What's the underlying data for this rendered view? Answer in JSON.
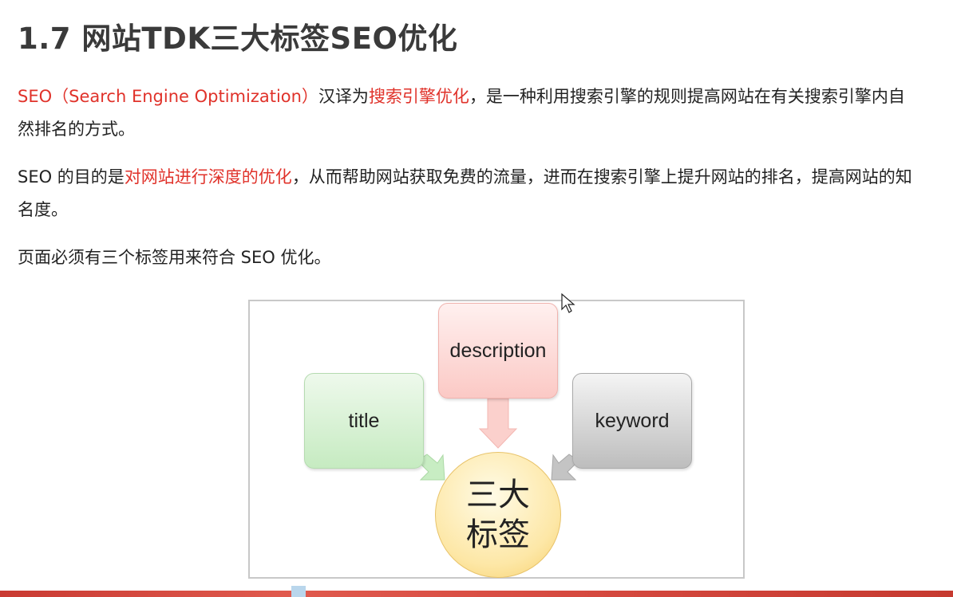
{
  "slide": {
    "title": "1.7 网站TDK三大标签SEO优化"
  },
  "paragraphs": {
    "p1": {
      "red_prefix": "SEO（Search Engine Optimization）",
      "text1": "汉译为",
      "red_term": "搜索引擎优化",
      "text2": "，是一种利用搜索引擎的规则提高网站在有关搜索引擎内自然排名的方式。"
    },
    "p2": {
      "text1": "SEO 的目的是",
      "red_term": "对网站进行深度的优化",
      "text2": "，从而帮助网站获取免费的流量，进而在搜索引擎上提升网站的排名，提高网站的知名度。"
    },
    "p3": {
      "text": "页面必须有三个标签用来符合 SEO 优化。"
    }
  },
  "diagram": {
    "boxes": {
      "description": "description",
      "title": "title",
      "keyword": "keyword"
    },
    "center_line1": "三大",
    "center_line2": "标签",
    "colors": {
      "description": "#fbc9c5",
      "title": "#c6ebc1",
      "keyword": "#bdbdbd",
      "center": "#fde7a6"
    }
  },
  "icons": {
    "cursor": "mouse-pointer-icon"
  }
}
